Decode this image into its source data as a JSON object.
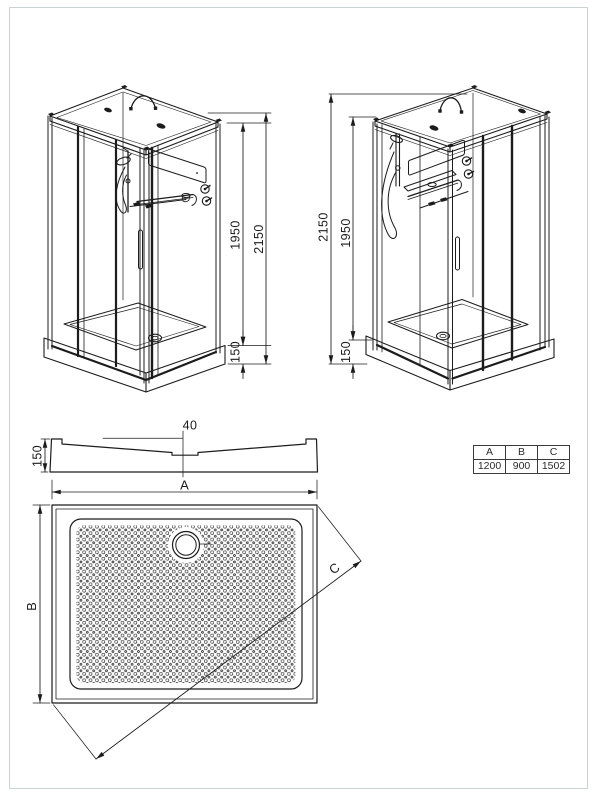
{
  "sheet": {
    "background": "#ffffff",
    "border_color": "#cdd2d5",
    "line_color": "#1c1c1c"
  },
  "views": {
    "iso_front_right": {
      "dims": {
        "total_height": "2150",
        "wall_height": "1950",
        "tray_height": "150"
      }
    },
    "iso_front_left": {
      "dims": {
        "total_height": "2150",
        "wall_height": "1950",
        "tray_height": "150"
      }
    },
    "tray_profile": {
      "dims": {
        "height": "150",
        "drain_width": "40",
        "width_ref": "A"
      }
    },
    "tray_top": {
      "dims": {
        "width_ref": "A",
        "depth_ref": "B",
        "diagonal_ref": "C"
      }
    }
  },
  "table": {
    "headers": [
      "A",
      "B",
      "C"
    ],
    "values": [
      "1200",
      "900",
      "1502"
    ]
  }
}
